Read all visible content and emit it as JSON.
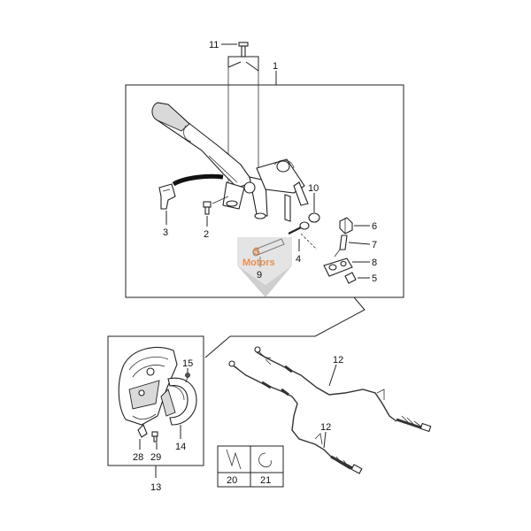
{
  "watermark": {
    "line1": "S",
    "line2": "Motors",
    "color": "#e87b2c"
  },
  "callouts": {
    "c1": "1",
    "c2": "2",
    "c3": "3",
    "c4": "4",
    "c5": "5",
    "c6": "6",
    "c7": "7",
    "c8": "8",
    "c9": "9",
    "c10": "10",
    "c11": "11",
    "c12a": "12",
    "c12b": "12",
    "c13": "13",
    "c14": "14",
    "c15": "15",
    "c28": "28",
    "c29": "29"
  },
  "legend": {
    "cell_a": "20",
    "cell_b": "21"
  },
  "colors": {
    "line": "#222222",
    "fill": "#ffffff",
    "shade": "#d9d9d9"
  }
}
